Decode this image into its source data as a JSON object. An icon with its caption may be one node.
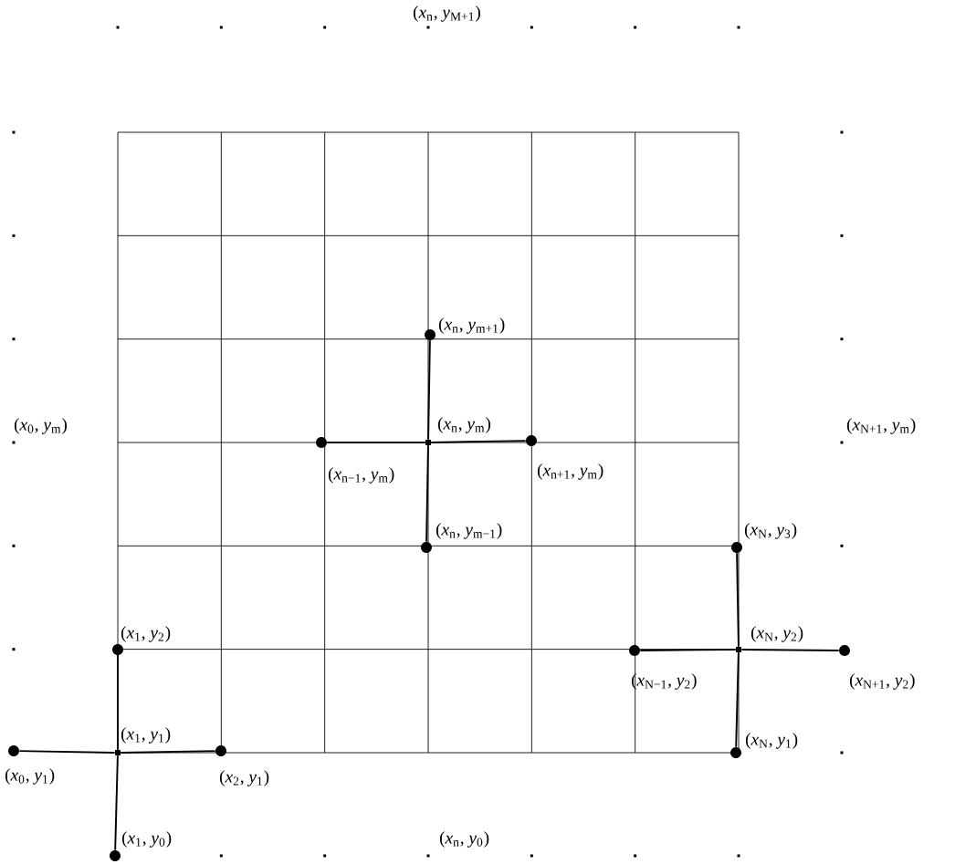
{
  "diagram": {
    "nodes": [
      {
        "text": [],
        "shape": "circle",
        "beside": [
          "(*x*$_{n}$, *y*$_{m+1}$)"
        ]
      },
      {
        "text": [],
        "shape": "circle",
        "beside": [
          "(*x*$_{n−1}$, *y*$_{m}$)"
        ]
      },
      {
        "text": [],
        "shape": "box",
        "beside": [
          "(*x*$_{n}$, *y*$_{m}$)"
        ]
      },
      {
        "text": [],
        "shape": "circle",
        "beside": [
          "(*x*$_{n+1}$, *y*$_{m}$)"
        ]
      },
      {
        "text": [],
        "shape": "circle",
        "beside": [
          "(*x*$_{n}$, *y*$_{m−1}$)"
        ]
      },
      {
        "text": [],
        "shape": "circle",
        "beside": [
          "(*x*$_{N}$, *y*$_{3}$)"
        ]
      },
      {
        "text": [],
        "shape": "circle",
        "beside": [
          "(*x*$_{1}$, *y*$_{2}$)"
        ]
      },
      {
        "text": [],
        "shape": "circle",
        "beside": [
          "(*x*$_{N−1}$, *y*$_{2}$)"
        ]
      },
      {
        "text": [],
        "shape": "box",
        "beside": [
          "(*x*$_{N}$, *y*$_{2}$)"
        ]
      },
      {
        "text": [],
        "shape": "circle",
        "beside": [
          "(*x*$_{N+1}$, *y*$_{2}$)"
        ]
      },
      {
        "text": [],
        "shape": "box",
        "beside": [
          "(*x*$_{1}$, *y*$_{1}$)"
        ]
      },
      {
        "text": [],
        "shape": "circle",
        "beside": [
          "(*x*$_{0}$, *y*$_{1}$)"
        ]
      },
      {
        "text": [],
        "shape": "circle",
        "beside": [
          "(*x*$_{2}$, *y*$_{1}$)"
        ]
      },
      {
        "text": [],
        "shape": "circle",
        "beside": [
          "(*x*$_{N}$, *y*$_{1}$)"
        ]
      },
      {
        "text": [],
        "shape": "circle",
        "beside": [
          "(*x*$_{1}$, *y*$_{0}$)"
        ]
      }
    ],
    "edges": [
      {
        "from": 2,
        "to": 0,
        "arrow": "none"
      },
      {
        "from": 2,
        "to": 1,
        "arrow": "none"
      },
      {
        "from": 2,
        "to": 3,
        "arrow": "none"
      },
      {
        "from": 2,
        "to": 4,
        "arrow": "none"
      },
      {
        "from": 8,
        "to": 5,
        "arrow": "none"
      },
      {
        "from": 8,
        "to": 7,
        "arrow": "none"
      },
      {
        "from": 8,
        "to": 9,
        "arrow": "none"
      },
      {
        "from": 8,
        "to": 13,
        "arrow": "none"
      },
      {
        "from": 10,
        "to": 6,
        "arrow": "none"
      },
      {
        "from": 10,
        "to": 11,
        "arrow": "none"
      },
      {
        "from": 10,
        "to": 12,
        "arrow": "none"
      },
      {
        "from": 10,
        "to": 14,
        "arrow": "none"
      }
    ],
    "labels": [
      "(*x*$_{n}$, *y*$_{M+1}$)",
      "(*x*$_{0}$, *y*$_{m}$)",
      "(*x*$_{N+1}$, *y*$_{m}$)",
      "(*x*$_{n}$, *y*$_{0}$)"
    ]
  }
}
